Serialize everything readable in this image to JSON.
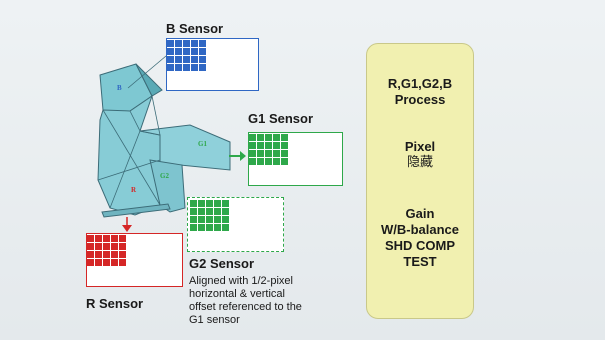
{
  "sensors": {
    "b": {
      "label": "B Sensor",
      "color": "#2f67c4"
    },
    "g1": {
      "label": "G1 Sensor",
      "color": "#2ea84a"
    },
    "g2": {
      "label": "G2 Sensor",
      "color": "#2ea84a"
    },
    "r": {
      "label": "R Sensor",
      "color": "#d52626"
    }
  },
  "prism": {
    "labels": {
      "b": "B",
      "g1": "G1",
      "g2": "G2",
      "r": "R"
    }
  },
  "caption": "Aligned with 1/2-pixel\nhorizontal & vertical\noffset referenced to the\nG1 sensor",
  "panel": {
    "group1": [
      "R,G1,G2,B",
      "Process"
    ],
    "group2": [
      "Pixel",
      "隐藏"
    ],
    "group3": [
      "Gain",
      "W/B-balance",
      "SHD COMP",
      "TEST"
    ]
  }
}
